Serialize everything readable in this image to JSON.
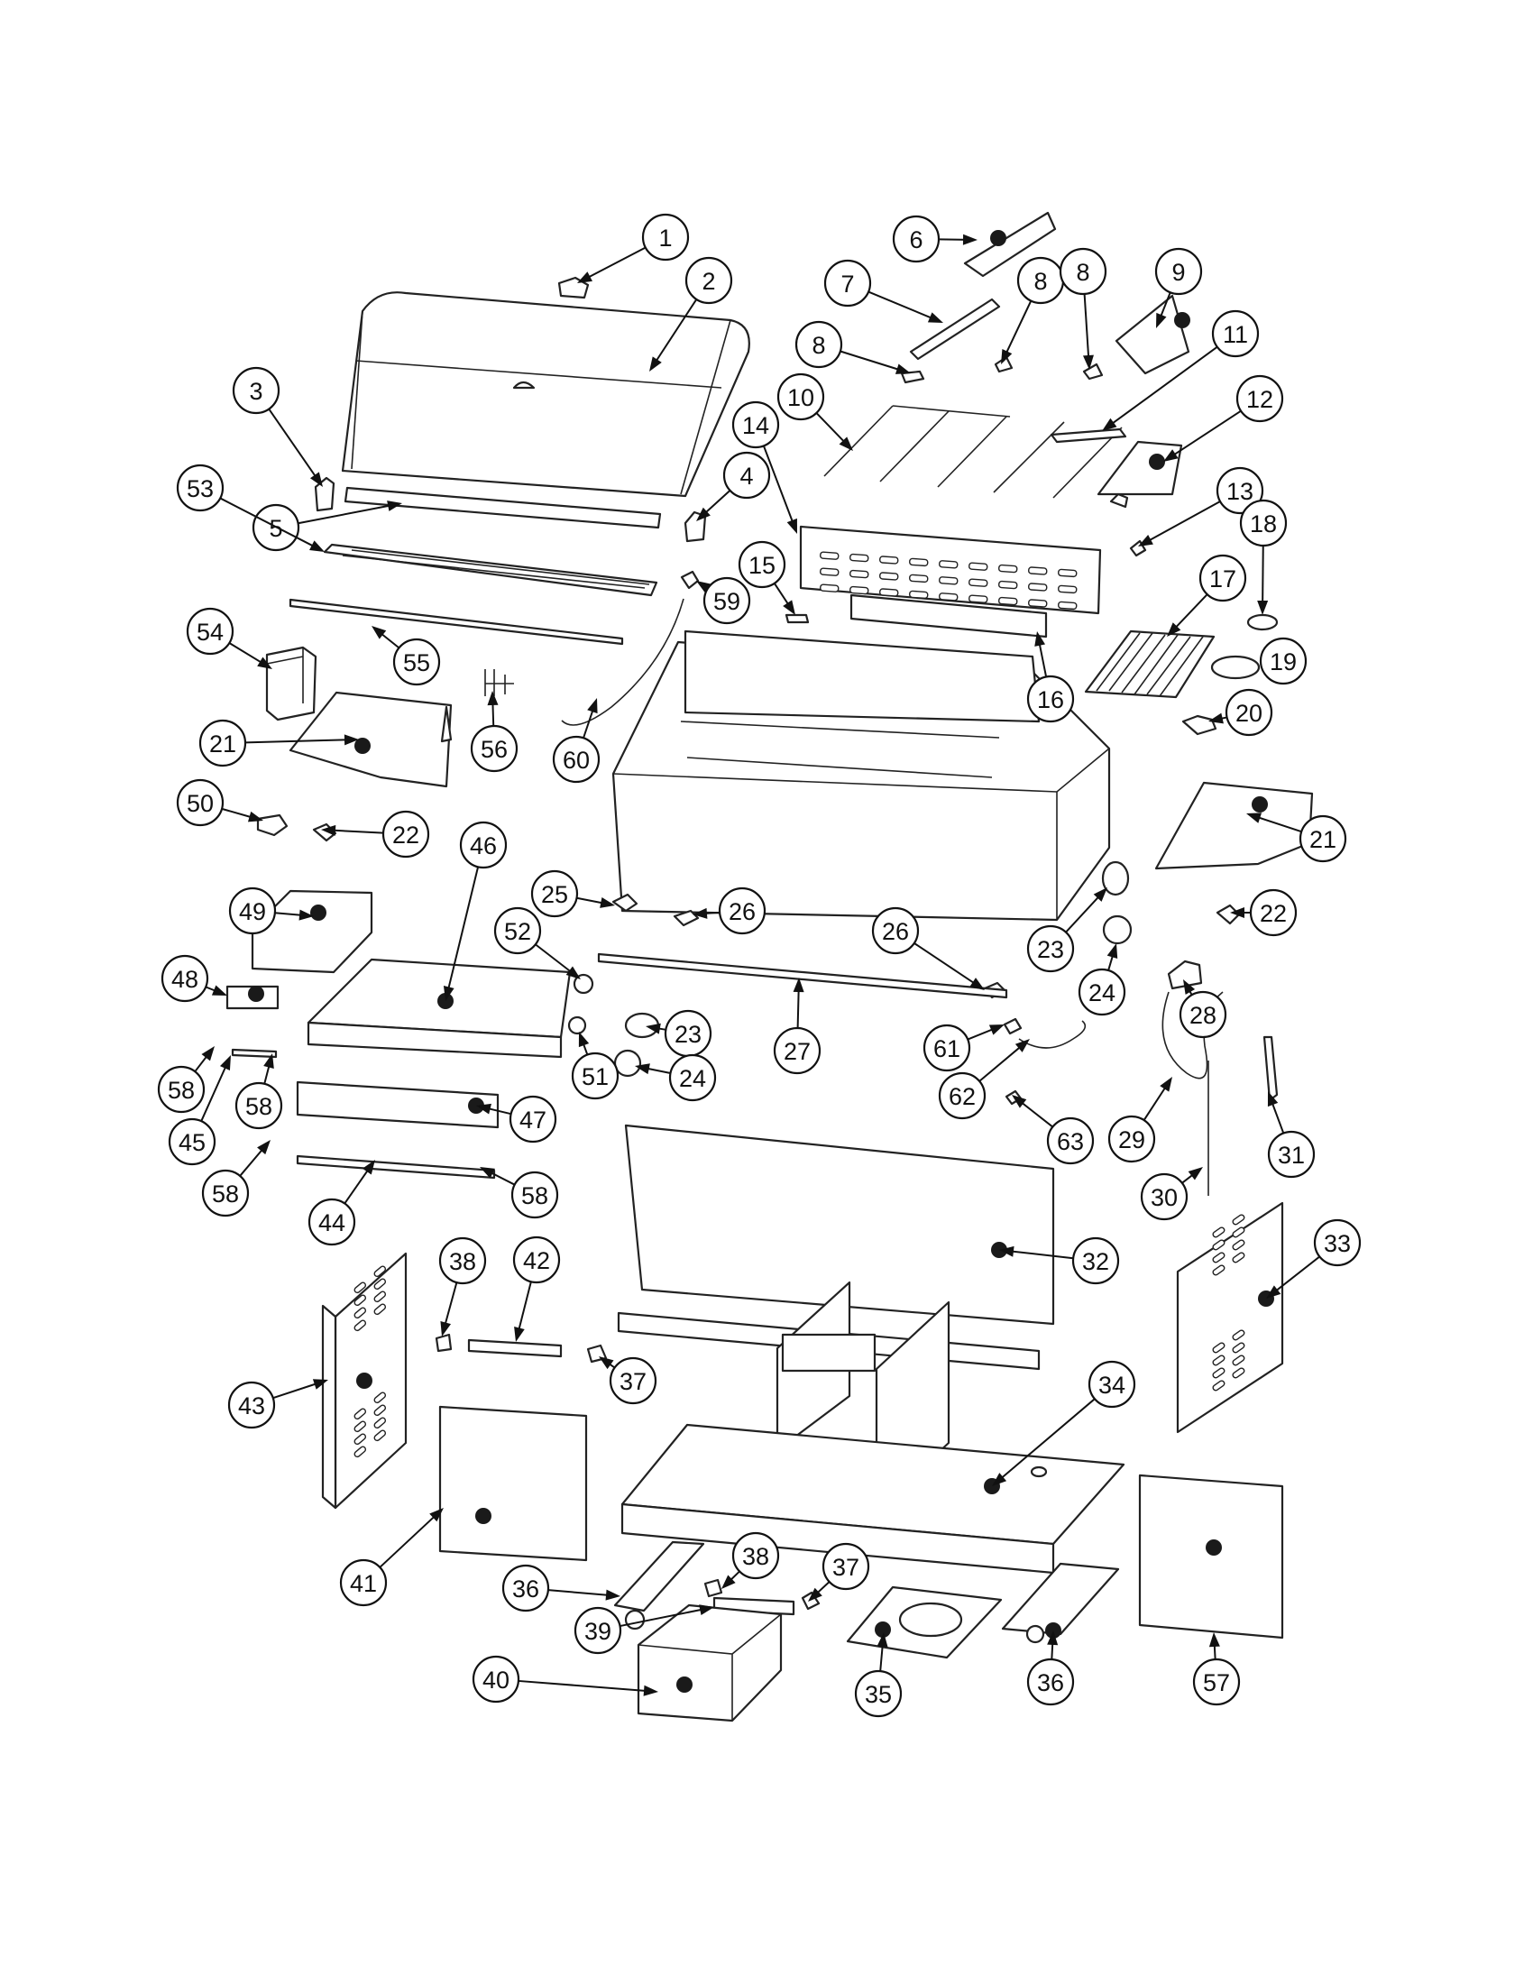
{
  "diagram": {
    "callouts": [
      {
        "id": "c1",
        "label": "1"
      },
      {
        "id": "c2",
        "label": "2"
      },
      {
        "id": "c3",
        "label": "3"
      },
      {
        "id": "c4",
        "label": "4"
      },
      {
        "id": "c5",
        "label": "5"
      },
      {
        "id": "c6",
        "label": "6"
      },
      {
        "id": "c7",
        "label": "7"
      },
      {
        "id": "c8a",
        "label": "8"
      },
      {
        "id": "c8b",
        "label": "8"
      },
      {
        "id": "c8c",
        "label": "8"
      },
      {
        "id": "c9",
        "label": "9"
      },
      {
        "id": "c10",
        "label": "10"
      },
      {
        "id": "c11",
        "label": "11"
      },
      {
        "id": "c12",
        "label": "12"
      },
      {
        "id": "c13",
        "label": "13"
      },
      {
        "id": "c14",
        "label": "14"
      },
      {
        "id": "c15",
        "label": "15"
      },
      {
        "id": "c16",
        "label": "16"
      },
      {
        "id": "c17",
        "label": "17"
      },
      {
        "id": "c18",
        "label": "18"
      },
      {
        "id": "c19",
        "label": "19"
      },
      {
        "id": "c20",
        "label": "20"
      },
      {
        "id": "c21a",
        "label": "21"
      },
      {
        "id": "c21b",
        "label": "21"
      },
      {
        "id": "c22a",
        "label": "22"
      },
      {
        "id": "c22b",
        "label": "22"
      },
      {
        "id": "c23a",
        "label": "23"
      },
      {
        "id": "c23b",
        "label": "23"
      },
      {
        "id": "c24a",
        "label": "24"
      },
      {
        "id": "c24b",
        "label": "24"
      },
      {
        "id": "c25",
        "label": "25"
      },
      {
        "id": "c26a",
        "label": "26"
      },
      {
        "id": "c26b",
        "label": "26"
      },
      {
        "id": "c27",
        "label": "27"
      },
      {
        "id": "c28",
        "label": "28"
      },
      {
        "id": "c29",
        "label": "29"
      },
      {
        "id": "c30",
        "label": "30"
      },
      {
        "id": "c31",
        "label": "31"
      },
      {
        "id": "c32",
        "label": "32"
      },
      {
        "id": "c33",
        "label": "33"
      },
      {
        "id": "c34",
        "label": "34"
      },
      {
        "id": "c35",
        "label": "35"
      },
      {
        "id": "c36a",
        "label": "36"
      },
      {
        "id": "c36b",
        "label": "36"
      },
      {
        "id": "c37a",
        "label": "37"
      },
      {
        "id": "c37b",
        "label": "37"
      },
      {
        "id": "c38a",
        "label": "38"
      },
      {
        "id": "c38b",
        "label": "38"
      },
      {
        "id": "c39",
        "label": "39"
      },
      {
        "id": "c40",
        "label": "40"
      },
      {
        "id": "c41",
        "label": "41"
      },
      {
        "id": "c42",
        "label": "42"
      },
      {
        "id": "c43",
        "label": "43"
      },
      {
        "id": "c44",
        "label": "44"
      },
      {
        "id": "c45",
        "label": "45"
      },
      {
        "id": "c46",
        "label": "46"
      },
      {
        "id": "c47",
        "label": "47"
      },
      {
        "id": "c48",
        "label": "48"
      },
      {
        "id": "c49",
        "label": "49"
      },
      {
        "id": "c50",
        "label": "50"
      },
      {
        "id": "c51",
        "label": "51"
      },
      {
        "id": "c52",
        "label": "52"
      },
      {
        "id": "c53",
        "label": "53"
      },
      {
        "id": "c54",
        "label": "54"
      },
      {
        "id": "c55",
        "label": "55"
      },
      {
        "id": "c56",
        "label": "56"
      },
      {
        "id": "c57",
        "label": "57"
      },
      {
        "id": "c58a",
        "label": "58"
      },
      {
        "id": "c58b",
        "label": "58"
      },
      {
        "id": "c58c",
        "label": "58"
      },
      {
        "id": "c58d",
        "label": "58"
      },
      {
        "id": "c59",
        "label": "59"
      },
      {
        "id": "c60",
        "label": "60"
      },
      {
        "id": "c61",
        "label": "61"
      },
      {
        "id": "c62",
        "label": "62"
      },
      {
        "id": "c63",
        "label": "63"
      }
    ]
  }
}
